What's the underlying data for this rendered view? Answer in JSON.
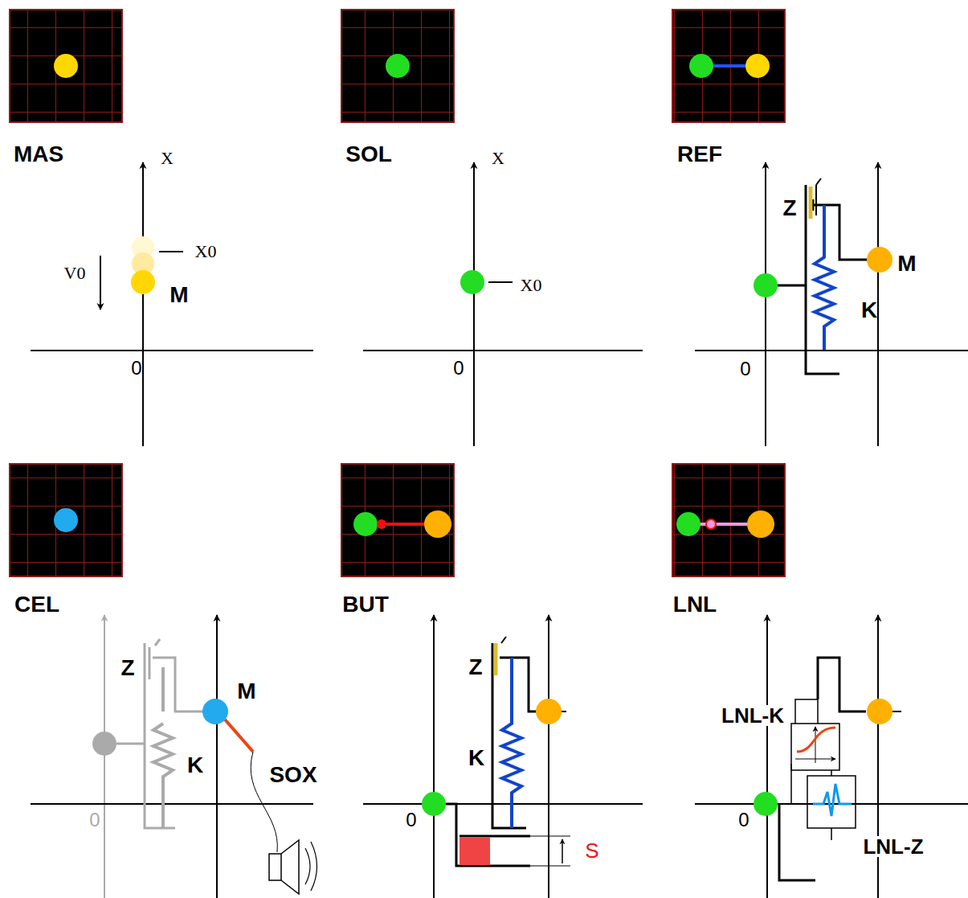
{
  "diagram": {
    "labels": [
      "MAS",
      "X",
      "X0",
      "V0",
      "M",
      "0",
      "SOL",
      "X",
      "X0",
      "0",
      "REF",
      "Z",
      "M",
      "K",
      "0",
      "CEL",
      "Z",
      "M",
      "K",
      "SOX",
      "0",
      "BUT",
      "Z",
      "K",
      "0",
      "S",
      "LNL",
      "LNL-K",
      "LNL-Z",
      "0"
    ]
  }
}
